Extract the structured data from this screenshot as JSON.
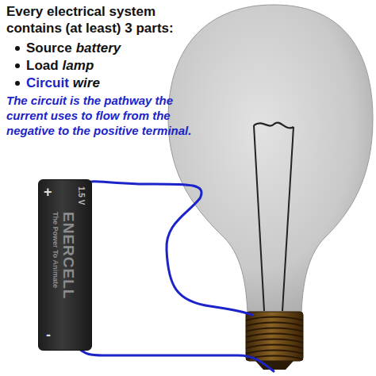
{
  "diagram": {
    "title": "Every electrical system contains (at least) 3 parts:",
    "nodes": [
      {
        "text": [
          "+",
          "-",
          "1.5 V",
          "ENERCELL",
          "The Power To Animate"
        ]
      }
    ],
    "labels": [
      "Source",
      "battery",
      "Load",
      "lamp",
      "Circuit",
      "wire",
      "The circuit is the pathway the current uses to flow from the negative to the positive terminal."
    ]
  }
}
